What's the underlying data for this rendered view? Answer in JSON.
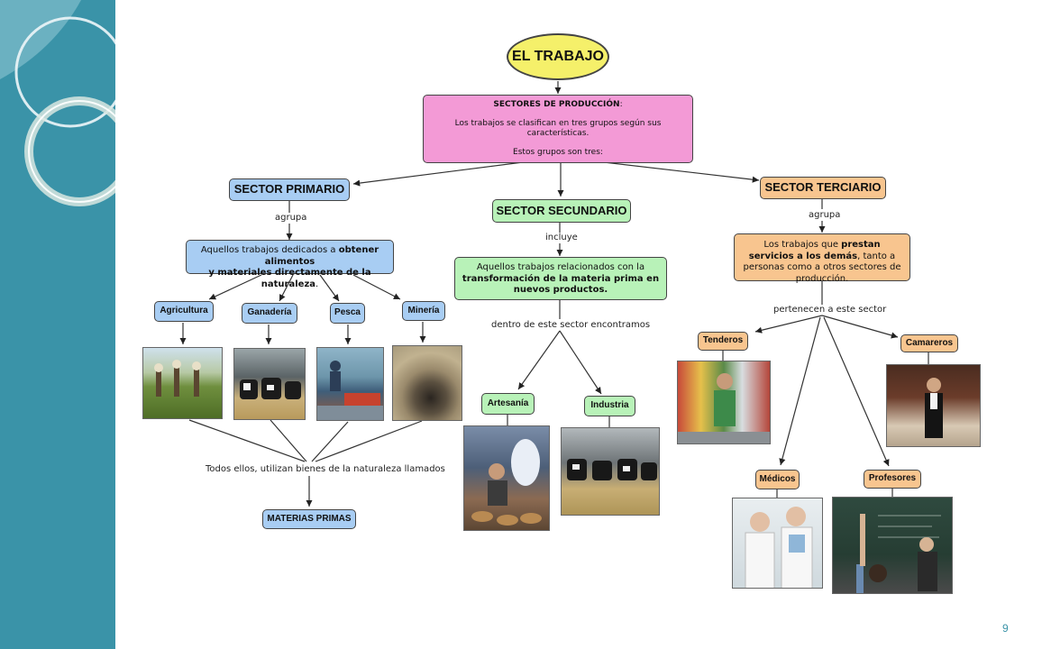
{
  "title": "EL TRABAJO",
  "top_box": {
    "heading": "SECTORES DE PRODUCCIÓN",
    "colon": ":",
    "line1": "Los trabajos se clasifican en tres grupos según sus características.",
    "line2": "Estos grupos son tres:"
  },
  "primario": {
    "title": "SECTOR PRIMARIO",
    "link": "agrupa",
    "desc_pre": "Aquellos trabajos dedicados a ",
    "desc_bold1": "obtener alimentos",
    "desc_bold2": "y materiales directamente de la naturaleza",
    "desc_post": ".",
    "items": [
      "Agricultura",
      "Ganadería",
      "Pesca",
      "Minería"
    ],
    "bottom_link": "Todos ellos, utilizan bienes de la naturaleza llamados",
    "result": "MATERIAS PRIMAS"
  },
  "secundario": {
    "title": "SECTOR SECUNDARIO",
    "link": "incluye",
    "desc_pre": "Aquellos trabajos relacionados con la",
    "desc_bold": "transformación de la materia prima en nuevos productos.",
    "link2": "dentro de este sector encontramos",
    "items": [
      "Artesanía",
      "Industria"
    ]
  },
  "terciario": {
    "title": "SECTOR TERCIARIO",
    "link": "agrupa",
    "desc_pre": "Los trabajos que ",
    "desc_bold": "prestan servicios a los demás",
    "desc_post": ", tanto a personas como a otros sectores de producción.",
    "link2": "pertenecen a este sector",
    "items": [
      "Tenderos",
      "Camareros",
      "Médicos",
      "Profesores"
    ]
  },
  "page_number": "9",
  "colors": {
    "sidebar": "#3a93a8",
    "blue_node": "#a8cdf3",
    "green_node": "#b8f2b8",
    "orange_node": "#f8c58f",
    "pink_node": "#f39ad6",
    "title_node": "#f5f06a"
  }
}
